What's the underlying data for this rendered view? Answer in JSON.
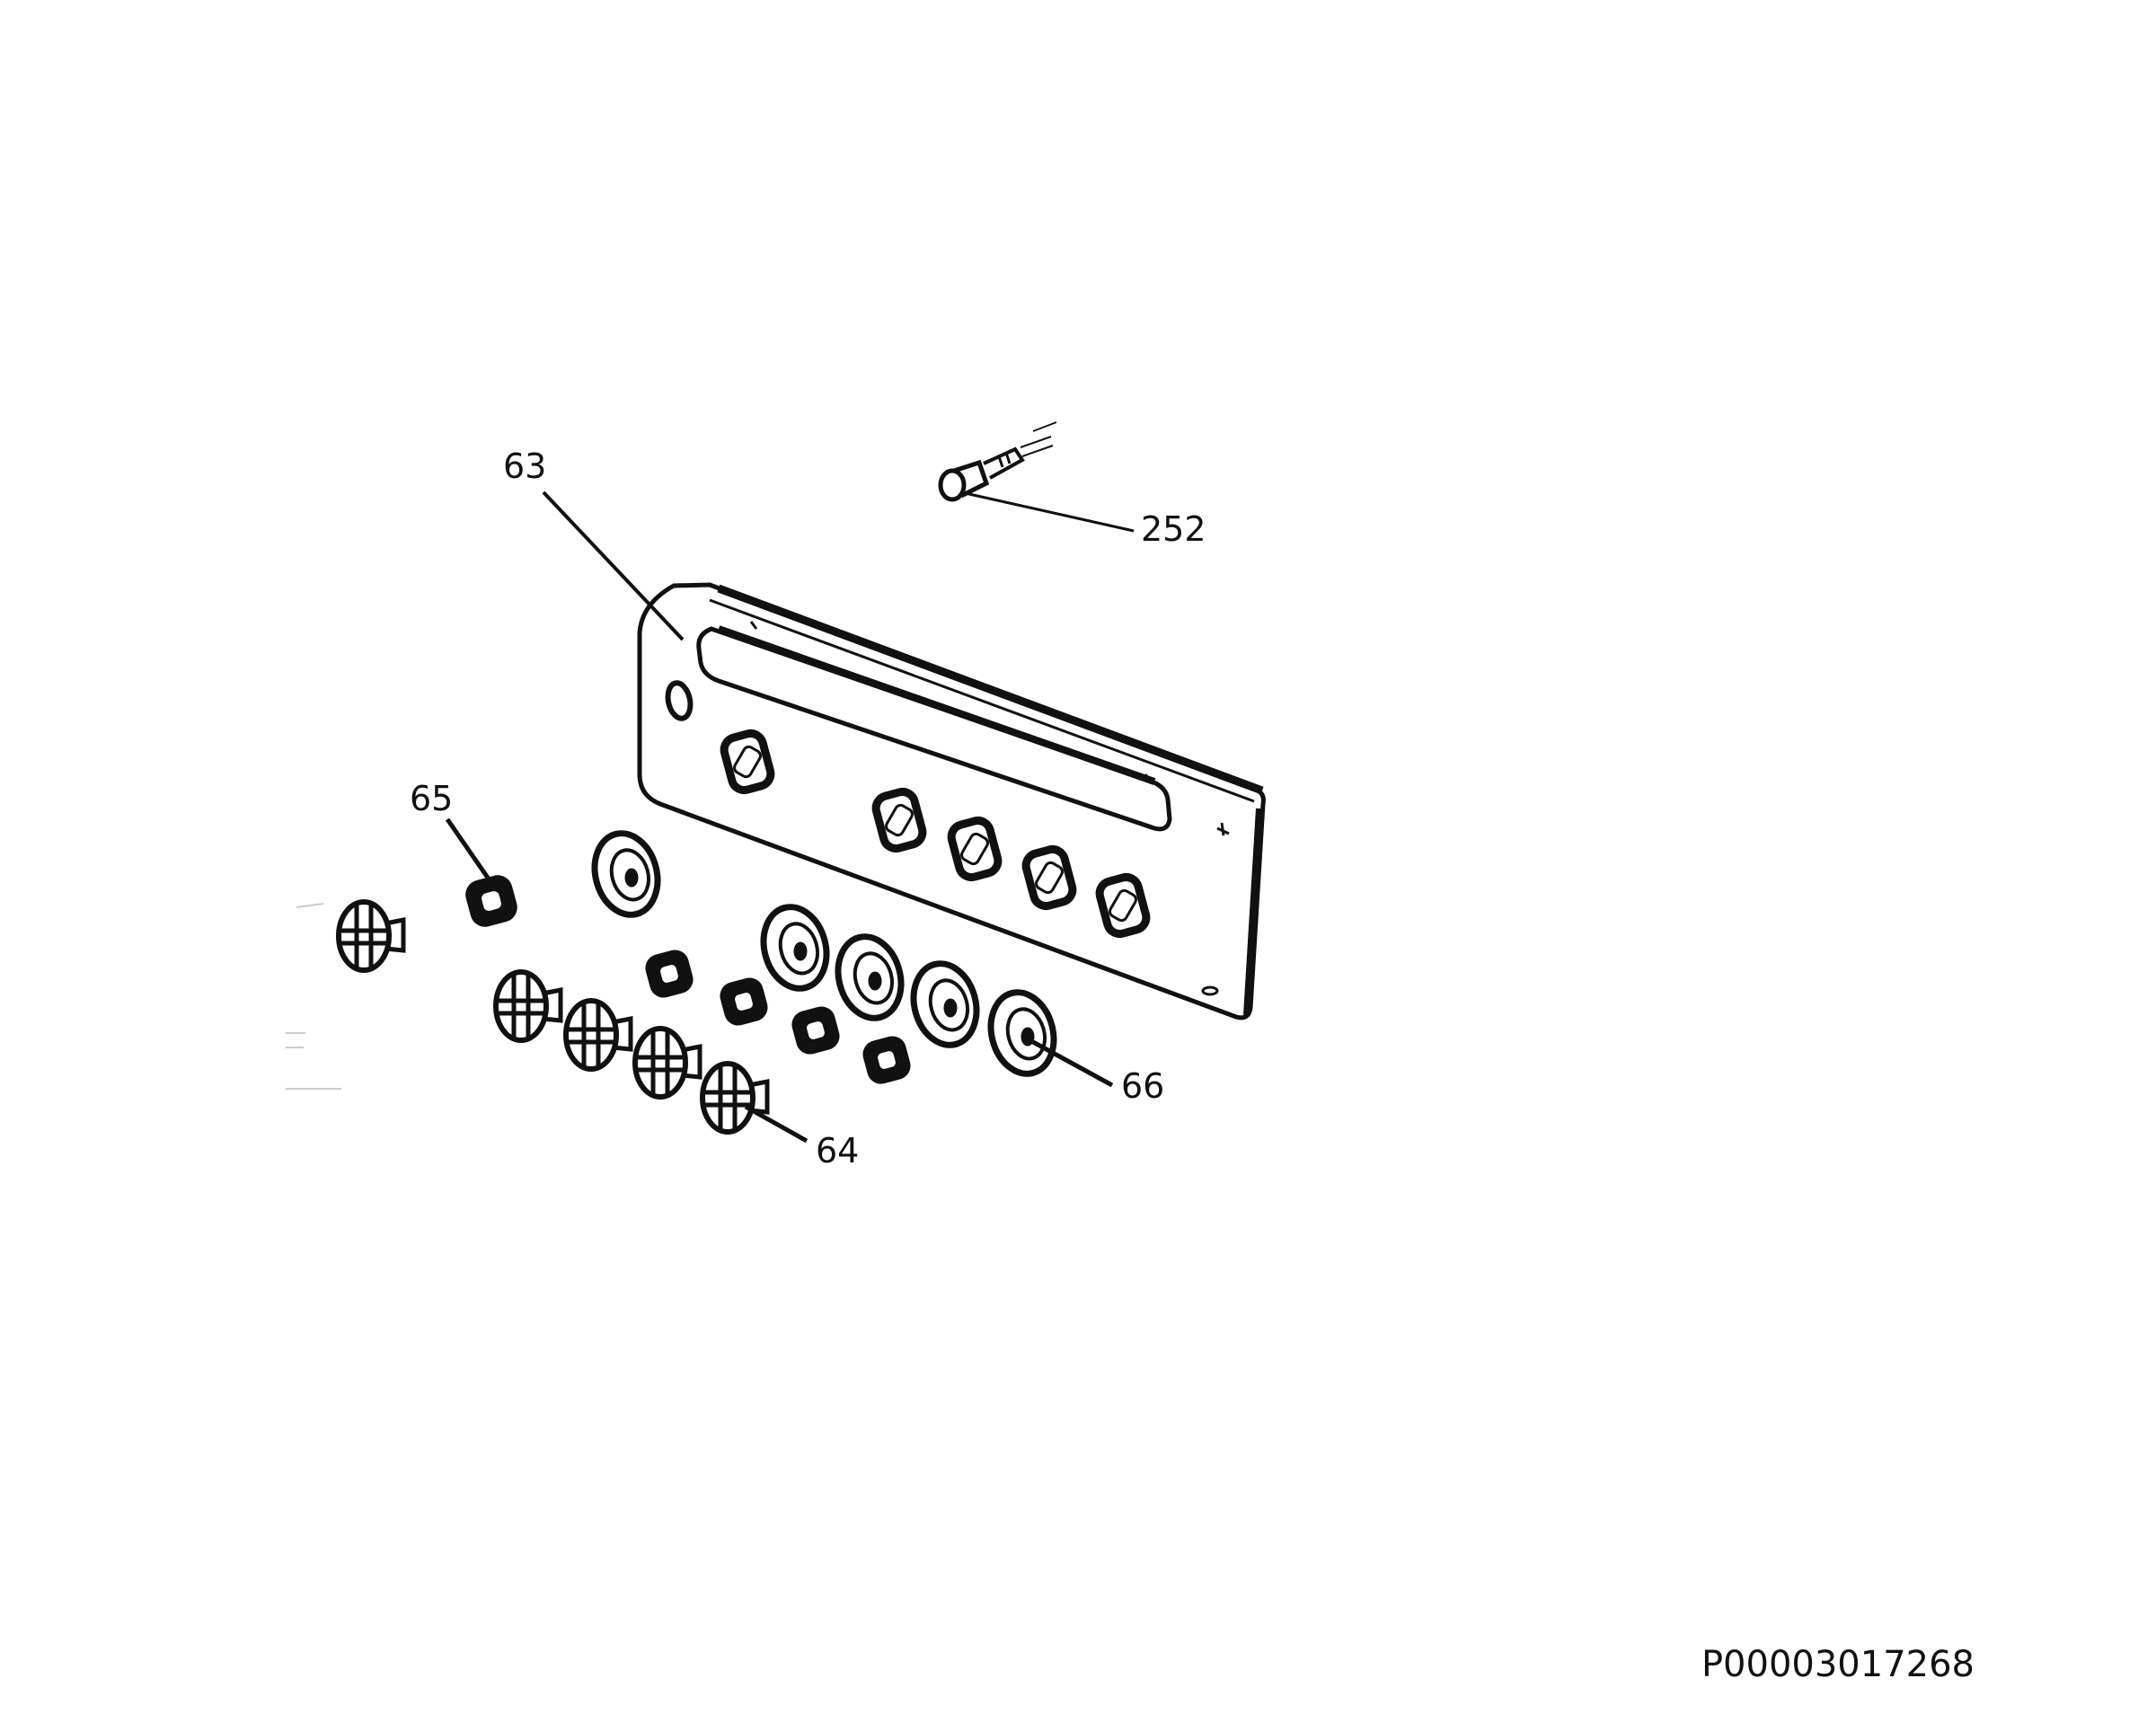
{
  "callouts": {
    "panel": "63",
    "knob": "64",
    "knob_washer": "65",
    "bezel_ring": "66",
    "indicator_lamp": "252"
  },
  "document_id": "P00003017268",
  "colors": {
    "ink": "#111111",
    "background": "#ffffff"
  }
}
